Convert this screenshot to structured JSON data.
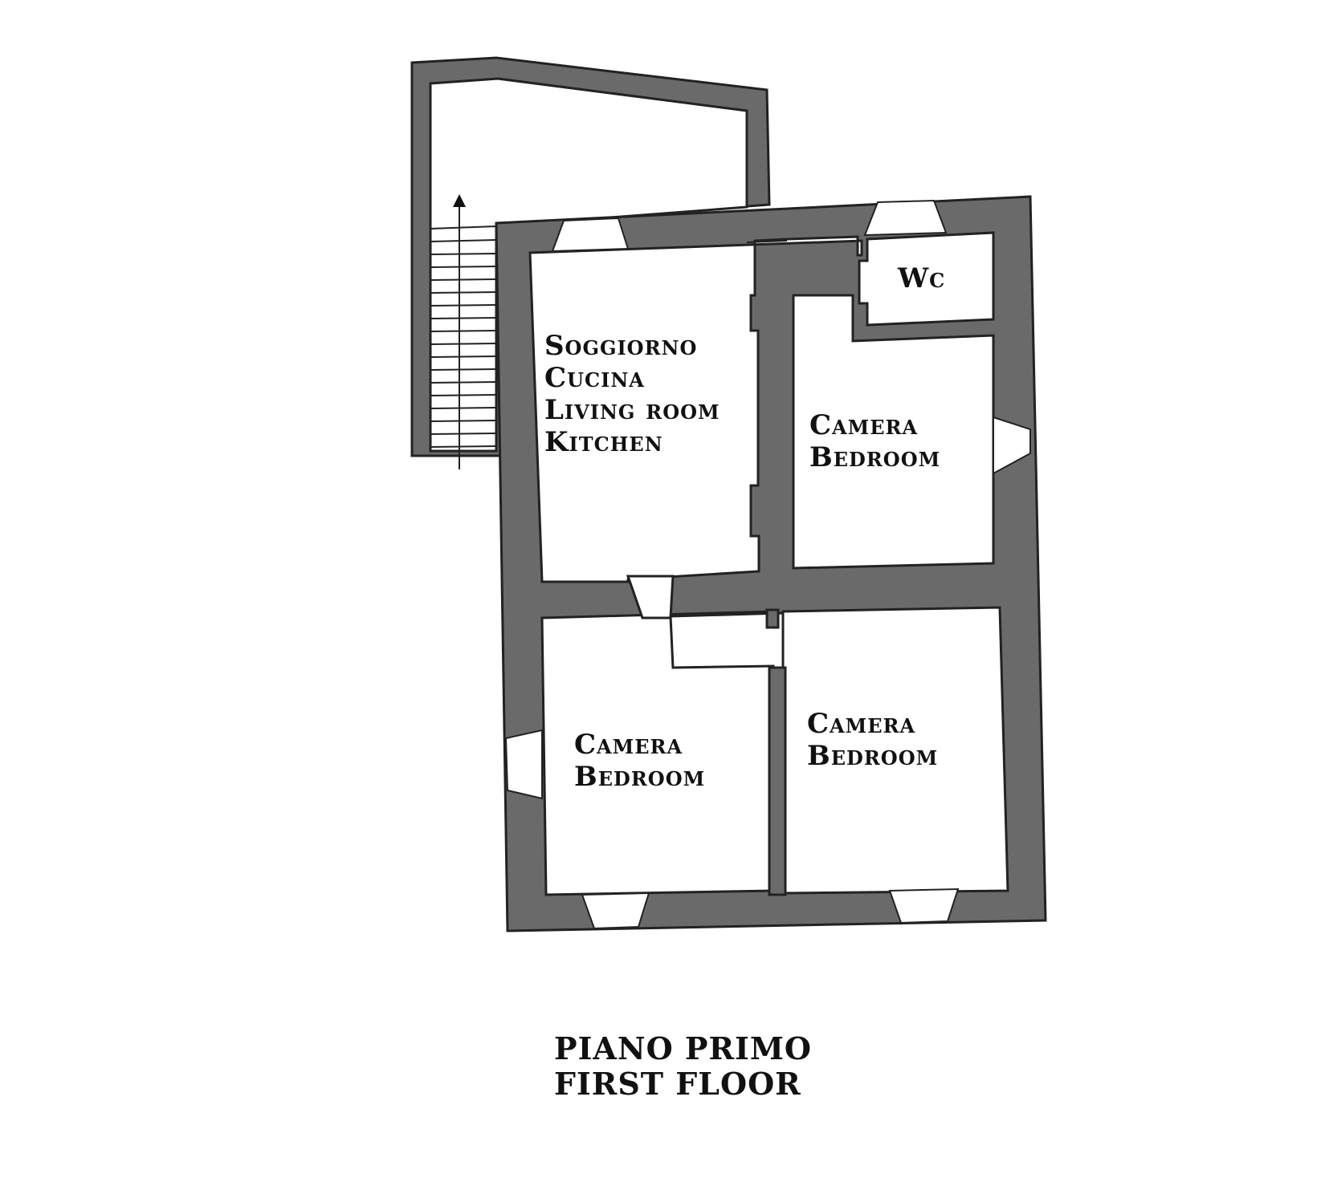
{
  "floor": {
    "title_it": "PIANO PRIMO",
    "title_en": "FIRST FLOOR"
  },
  "rooms": {
    "living": {
      "lines": [
        "Soggiorno",
        "Cucina",
        "Living room",
        "Kitchen"
      ]
    },
    "wc": {
      "label": "Wc"
    },
    "bedroom_right_top": {
      "lines": [
        "Camera",
        "Bedroom"
      ]
    },
    "bedroom_left_bottom": {
      "lines": [
        "Camera",
        "Bedroom"
      ]
    },
    "bedroom_right_bottom": {
      "lines": [
        "Camera",
        "Bedroom"
      ]
    }
  },
  "colors": {
    "wall": "#6a6a6a",
    "outline": "#222222",
    "background": "#ffffff"
  }
}
